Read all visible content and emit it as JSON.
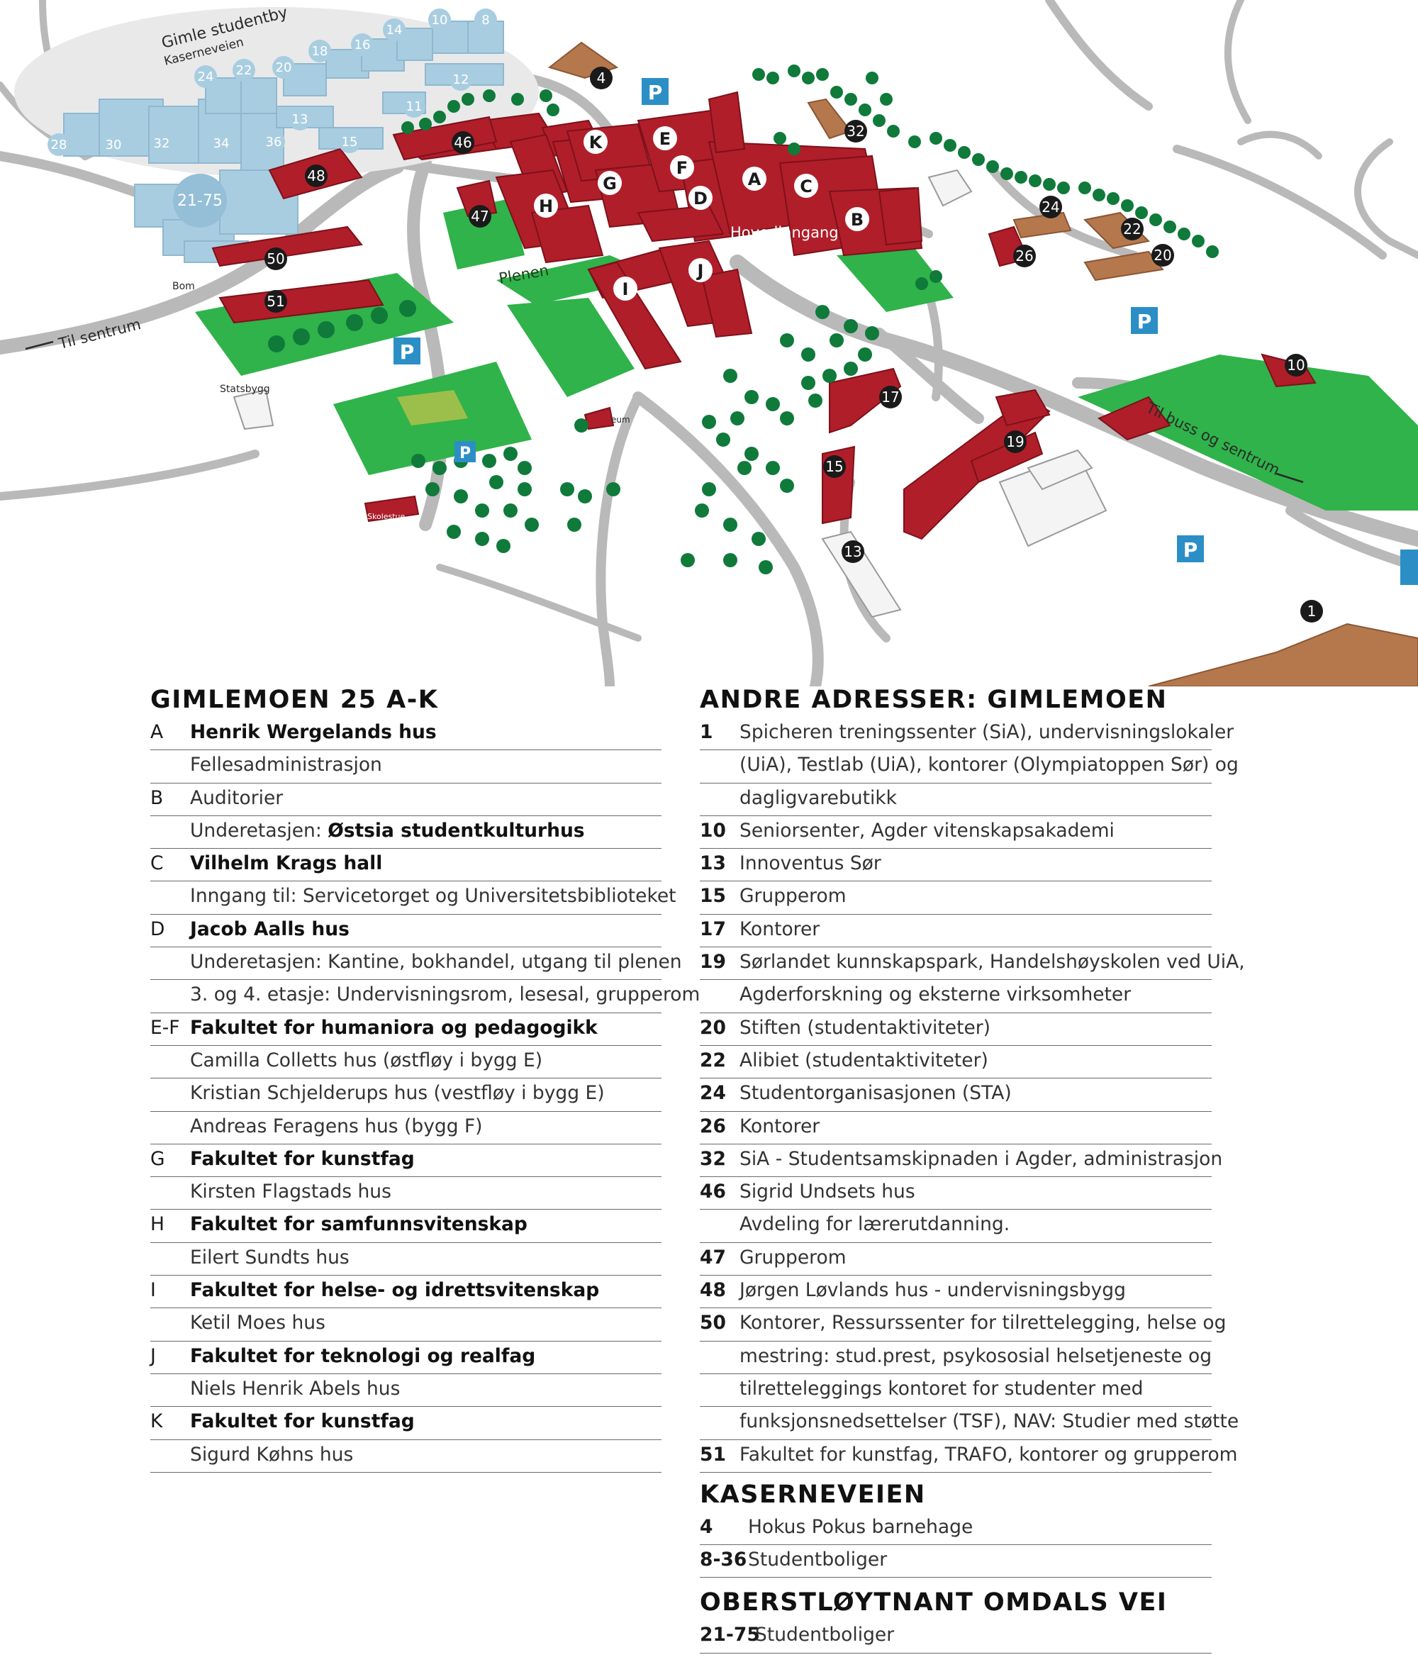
{
  "map": {
    "area_labels": {
      "gimle_studentby": "Gimle studentby",
      "kaserneveien": "Kaserneveien",
      "hovedinngang": "Hovedinngang",
      "plenen": "Plenen",
      "til_sentrum": "Til sentrum",
      "til_buss_og_sentrum": "Til buss og sentrum",
      "bom": "Bom",
      "statsbygg": "Statsbygg",
      "eum": "eum",
      "skrivebord": "Skolestue"
    },
    "parking_label": "P",
    "student_housing_numbers": [
      "8",
      "10",
      "12",
      "14",
      "16",
      "18",
      "20",
      "22",
      "24",
      "28",
      "30",
      "32",
      "34",
      "36",
      "13",
      "11",
      "15",
      "21-75"
    ],
    "university_letters": [
      "A",
      "B",
      "C",
      "D",
      "E",
      "F",
      "G",
      "H",
      "I",
      "J",
      "K"
    ],
    "building_numbers": [
      "1",
      "4",
      "10",
      "13",
      "15",
      "17",
      "19",
      "20",
      "22",
      "24",
      "26",
      "32",
      "46",
      "47",
      "48",
      "50",
      "51"
    ]
  },
  "legend_left": {
    "heading": "GIMLEMOEN 25 A-K",
    "rows": [
      {
        "code": "A",
        "text": "Henrik Wergelands hus",
        "bold": true
      },
      {
        "code": "",
        "text": "Fellesadministrasjon",
        "bold": false
      },
      {
        "code": "B",
        "text": "Auditorier",
        "bold": false
      },
      {
        "code": "",
        "prefix": "Underetasjen: ",
        "text": "Østsia studentkulturhus",
        "bold": false,
        "mixed": true
      },
      {
        "code": "C",
        "text": "Vilhelm Krags hall",
        "bold": true
      },
      {
        "code": "",
        "text": "Inngang til: Servicetorget og Universitetsbiblioteket",
        "bold": false
      },
      {
        "code": "D",
        "text": "Jacob Aalls hus",
        "bold": true
      },
      {
        "code": "",
        "text": "Underetasjen: Kantine, bokhandel, utgang til plenen",
        "bold": false
      },
      {
        "code": "",
        "text": "3. og 4. etasje: Undervisningsrom, lesesal, grupperom",
        "bold": false
      },
      {
        "code": "E-F",
        "text": "Fakultet for humaniora og pedagogikk",
        "bold": true
      },
      {
        "code": "",
        "text": "Camilla Colletts hus (østfløy i bygg E)",
        "bold": false
      },
      {
        "code": "",
        "text": "Kristian Schjelderups hus (vestfløy i bygg E)",
        "bold": false
      },
      {
        "code": "",
        "text": "Andreas Feragens hus (bygg F)",
        "bold": false
      },
      {
        "code": "G",
        "text": "Fakultet for kunstfag",
        "bold": true
      },
      {
        "code": "",
        "text": "Kirsten Flagstads hus",
        "bold": false
      },
      {
        "code": "H",
        "text": "Fakultet for samfunnsvitenskap",
        "bold": true
      },
      {
        "code": "",
        "text": "Eilert Sundts hus",
        "bold": false
      },
      {
        "code": "I",
        "text": "Fakultet for helse- og idrettsvitenskap",
        "bold": true
      },
      {
        "code": "",
        "text": "Ketil Moes hus",
        "bold": false
      },
      {
        "code": "J",
        "text": "Fakultet for teknologi og realfag",
        "bold": true
      },
      {
        "code": "",
        "text": "Niels Henrik Abels hus",
        "bold": false
      },
      {
        "code": "K",
        "text": "Fakultet for kunstfag",
        "bold": true
      },
      {
        "code": "",
        "text": "Sigurd Køhns hus",
        "bold": false
      }
    ]
  },
  "legend_right": {
    "heading": "ANDRE ADRESSER: GIMLEMOEN",
    "rows": [
      {
        "code": "1",
        "text": "Spicheren treningssenter (SiA), undervisningslokaler"
      },
      {
        "code": "",
        "text": "(UiA), Testlab (UiA), kontorer (Olympiatoppen Sør) og"
      },
      {
        "code": "",
        "text": "dagligvarebutikk"
      },
      {
        "code": "10",
        "text": "Seniorsenter, Agder vitenskapsakademi"
      },
      {
        "code": "13",
        "text": "Innoventus Sør"
      },
      {
        "code": "15",
        "text": "Grupperom"
      },
      {
        "code": "17",
        "text": "Kontorer"
      },
      {
        "code": "19",
        "text": "Sørlandet kunnskapspark, Handelshøyskolen ved UiA,"
      },
      {
        "code": "",
        "text": "Agderforskning og eksterne virksomheter"
      },
      {
        "code": "20",
        "text": "Stiften (studentaktiviteter)"
      },
      {
        "code": "22",
        "text": "Alibiet (studentaktiviteter)"
      },
      {
        "code": "24",
        "text": "Studentorganisasjonen (STA)"
      },
      {
        "code": "26",
        "text": "Kontorer"
      },
      {
        "code": "32",
        "text": "SiA - Studentsamskipnaden i Agder,  administrasjon"
      },
      {
        "code": "46",
        "text": "Sigrid Undsets hus"
      },
      {
        "code": "",
        "text": "Avdeling for lærerutdanning."
      },
      {
        "code": "47",
        "text": "Grupperom"
      },
      {
        "code": "48",
        "text": "Jørgen Løvlands hus - undervisningsbygg"
      },
      {
        "code": "50",
        "text": "Kontorer, Ressurssenter for tilrettelegging, helse og"
      },
      {
        "code": "",
        "text": "mestring: stud.prest, psykososial helsetjeneste og"
      },
      {
        "code": "",
        "text": "tilretteleggings kontoret for studenter med"
      },
      {
        "code": "",
        "text": "funksjonsnedsettelser (TSF), NAV: Studier med støtte"
      },
      {
        "code": "51",
        "text": "Fakultet for kunstfag, TRAFO, kontorer og grupperom"
      }
    ],
    "heading2": "KASERNEVEIEN",
    "rows2": [
      {
        "code": "4",
        "text": "Hokus Pokus barnehage"
      },
      {
        "code": "8-36",
        "text": "Studentboliger"
      }
    ],
    "heading3": "OBERSTLØYTNANT OMDALS VEI",
    "rows3": [
      {
        "code": "21-75",
        "text": "Studentboliger"
      }
    ]
  },
  "colors": {
    "university_building": "#b01e2a",
    "grass": "#2fb34a",
    "tree": "#0f7a3a",
    "road": "#b9b9b9",
    "student_housing": "#a9cde0",
    "other_building": "#b5784d",
    "parking": "#2b8fc5",
    "marker": "#1a1a1a"
  }
}
